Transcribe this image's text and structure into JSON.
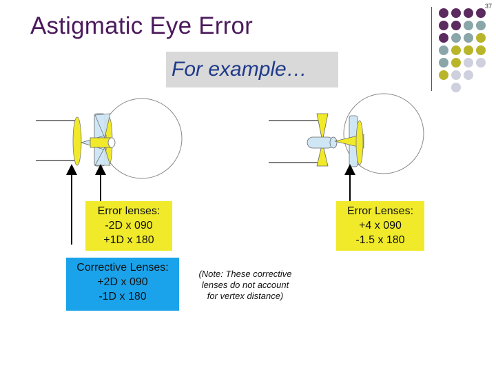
{
  "slide": {
    "number": "37",
    "title": "Astigmatic Eye Error",
    "subtitle": "For example…"
  },
  "left_error_box": [
    "Error lenses:",
    "-2D x 090",
    "+1D x 180"
  ],
  "right_error_box": [
    "Error Lenses:",
    "+4 x 090",
    "-1.5 x 180"
  ],
  "corrective_box": [
    "Corrective Lenses:",
    "+2D x 090",
    "-1D x 180"
  ],
  "note": [
    "(Note: These corrective",
    "lenses do not account",
    "for vertex distance)"
  ],
  "colors": {
    "title": "#4b1a5b",
    "lens_yellow": "#f0ea2b",
    "lens_blue": "#cfe6f5",
    "box_yellow": "#f0ea2b",
    "box_blue": "#1aa3ea",
    "dot_purple": "#5b2a5f",
    "dot_teal": "#8aa6a8",
    "dot_olive": "#b9b52a",
    "dot_gray": "#cfd0dd"
  }
}
